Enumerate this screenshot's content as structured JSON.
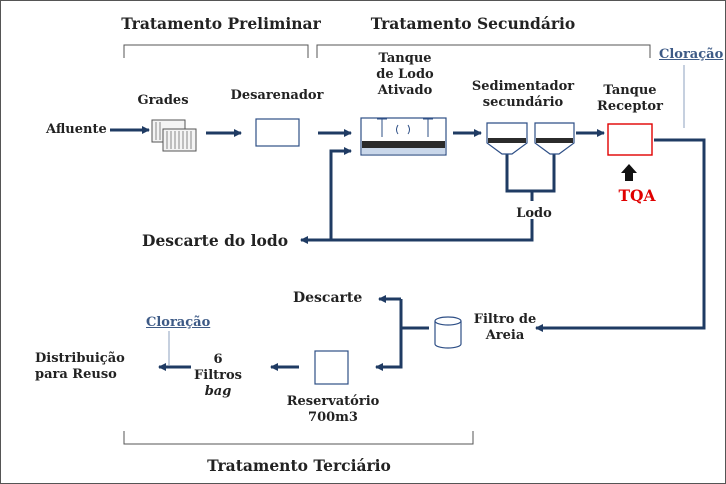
{
  "colors": {
    "line": "#1f3b63",
    "box": "#2e4f86",
    "highlight": "#e00000",
    "bracket": "#555555",
    "link": "#3d5a86",
    "tank_fill": "#c9d7ea"
  },
  "sections": {
    "preliminary": "Tratamento Preliminar",
    "secondary": "Tratamento Secundário",
    "tertiary": "Tratamento Terciário"
  },
  "nodes": {
    "afluente": "Afluente",
    "grades": "Grades",
    "desarenador": "Desarenador",
    "tanque_lodo": [
      "Tanque",
      "de Lodo",
      "Ativado"
    ],
    "sedimentador": [
      "Sedimentador",
      "secundário"
    ],
    "tanque_receptor": [
      "Tanque",
      "Receptor"
    ],
    "tqa": "TQA",
    "cloracao_top": "Cloração",
    "lodo": "Lodo",
    "descarte_lodo": "Descarte do lodo",
    "descarte": "Descarte",
    "filtro_areia": [
      "Filtro de",
      "Areia"
    ],
    "reservatorio": [
      "Reservatório",
      "700m3"
    ],
    "filtros": [
      "6",
      "Filtros",
      "bag"
    ],
    "cloracao_bottom": "Cloração",
    "distribuicao": [
      "Distribuição",
      "para Reuso"
    ]
  }
}
